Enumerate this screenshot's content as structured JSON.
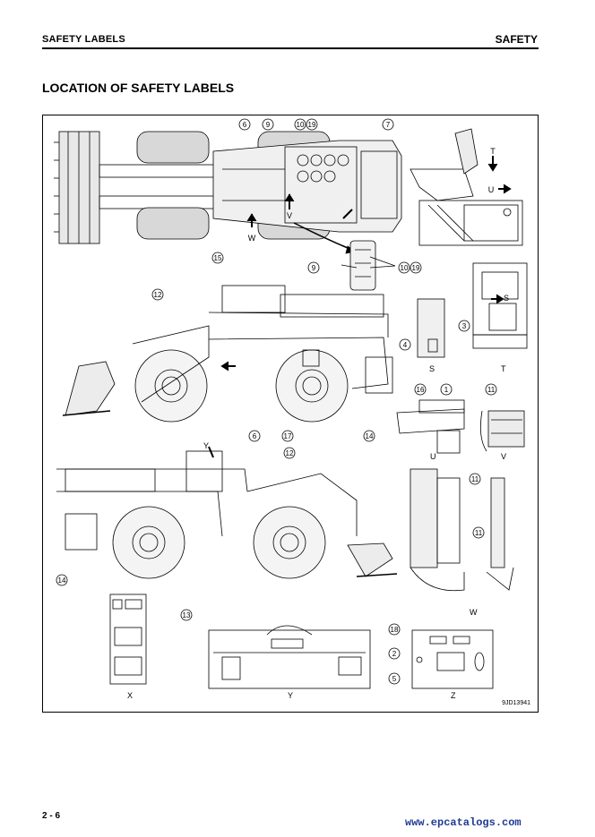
{
  "header": {
    "section_left": "SAFETY LABELS",
    "section_right": "SAFETY"
  },
  "page_title": "LOCATION OF SAFETY LABELS",
  "figure": {
    "views": [
      "S",
      "T",
      "U",
      "V",
      "W",
      "X",
      "Y",
      "Z"
    ],
    "arrow_labels": [
      "T",
      "U",
      "S",
      "V",
      "W",
      "Y"
    ],
    "callouts": [
      "1",
      "2",
      "3",
      "4",
      "5",
      "6",
      "7",
      "9",
      "10",
      "11",
      "12",
      "13",
      "14",
      "15",
      "16",
      "17",
      "18",
      "19"
    ],
    "figure_id": "9JD13941"
  },
  "footer": {
    "page_number": "2 - 6",
    "watermark": "www.epcatalogs.com"
  }
}
